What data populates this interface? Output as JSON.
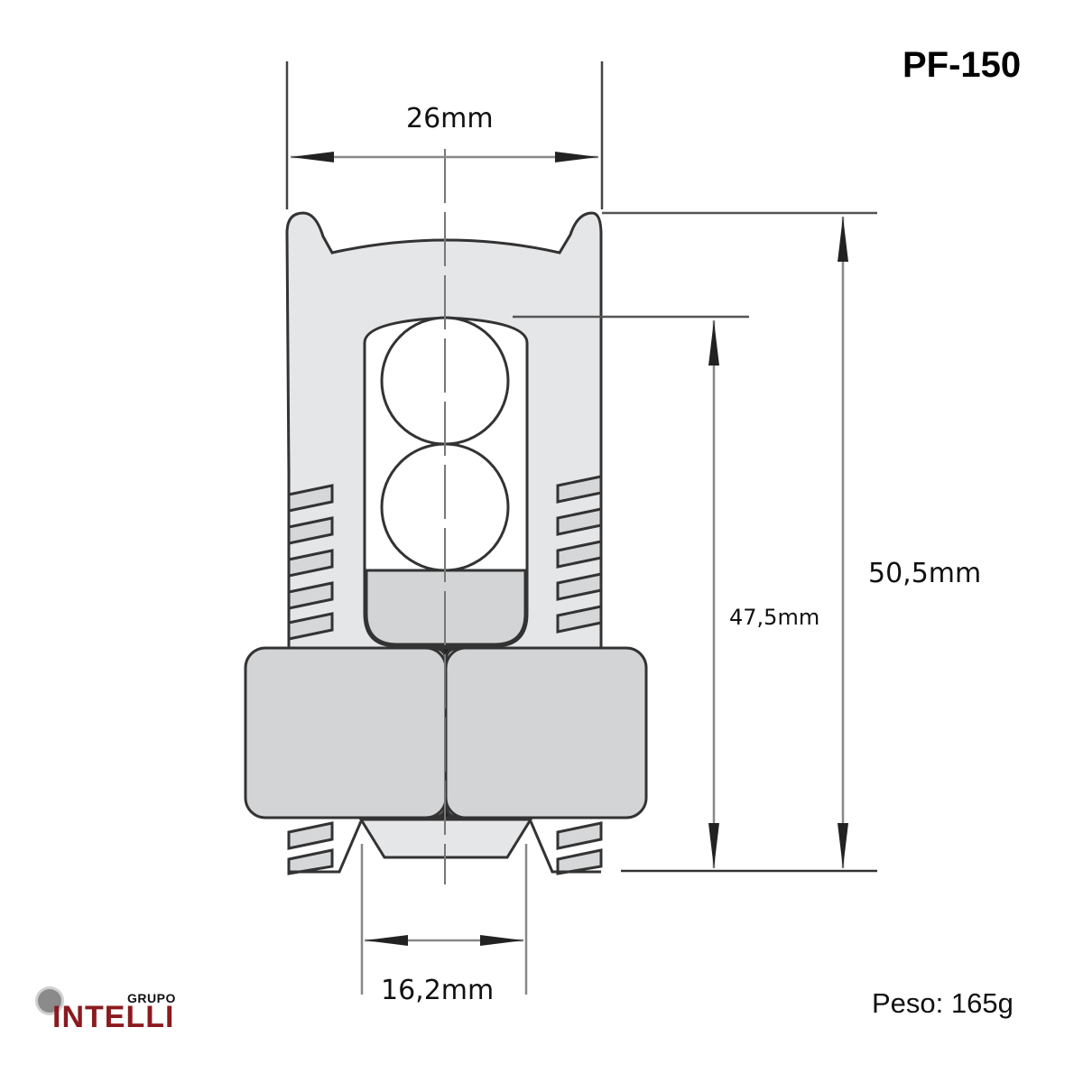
{
  "header": {
    "model": "PF-150"
  },
  "dimensions": {
    "top_width": "26mm",
    "inner_height": "47,5mm",
    "total_height": "50,5mm",
    "bottom_width": "16,2mm"
  },
  "footer": {
    "weight": "Peso: 165g",
    "logo": {
      "small": "GRUPO",
      "brand": "INTELLI"
    }
  },
  "colors": {
    "body_fill": "#e5e6e8",
    "nut_fill": "#d3d4d6",
    "outline": "#333333",
    "dimension_line": "#888888",
    "brand_red": "#8b1a1e"
  }
}
